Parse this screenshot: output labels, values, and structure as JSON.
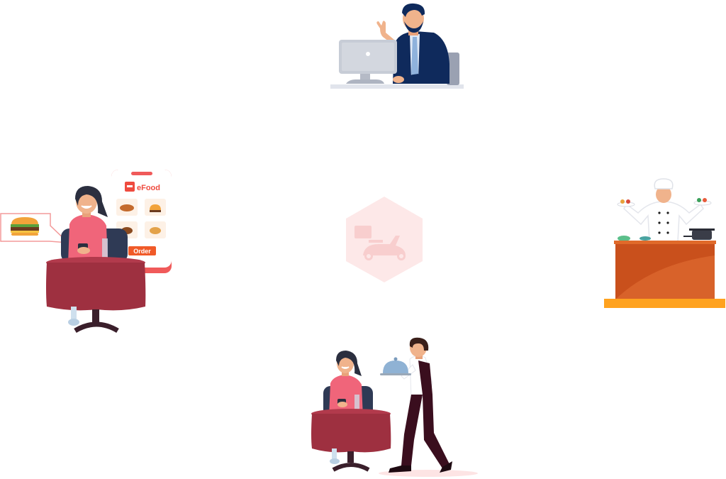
{
  "phone_app": {
    "brand": "eFood",
    "order_button": "Order"
  },
  "colors": {
    "accent": "#f05a28",
    "brand_red": "#ef4b3f",
    "table_cloth": "#9e3040",
    "chair": "#2f3a55",
    "suit": "#0f2a5c",
    "counter": "#c9501c",
    "counter_base": "#ffa21f",
    "logo_bg": "#fde4e4"
  },
  "icons": {
    "center_logo": "scooter-delivery-logo",
    "speech_bubble": "burger-icon"
  }
}
